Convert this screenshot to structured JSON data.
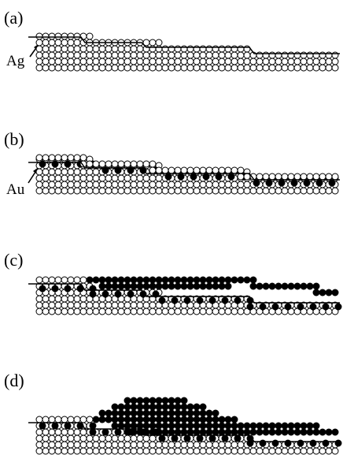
{
  "figure": {
    "panels": [
      {
        "id": "a",
        "label": "(a)",
        "species": "Ag"
      },
      {
        "id": "b",
        "label": "(b)",
        "species": "Au"
      },
      {
        "id": "c",
        "label": "(c)",
        "species": ""
      },
      {
        "id": "d",
        "label": "(d)",
        "species": ""
      }
    ]
  },
  "colors": {
    "ink": "#000000",
    "paper": "#ffffff"
  }
}
